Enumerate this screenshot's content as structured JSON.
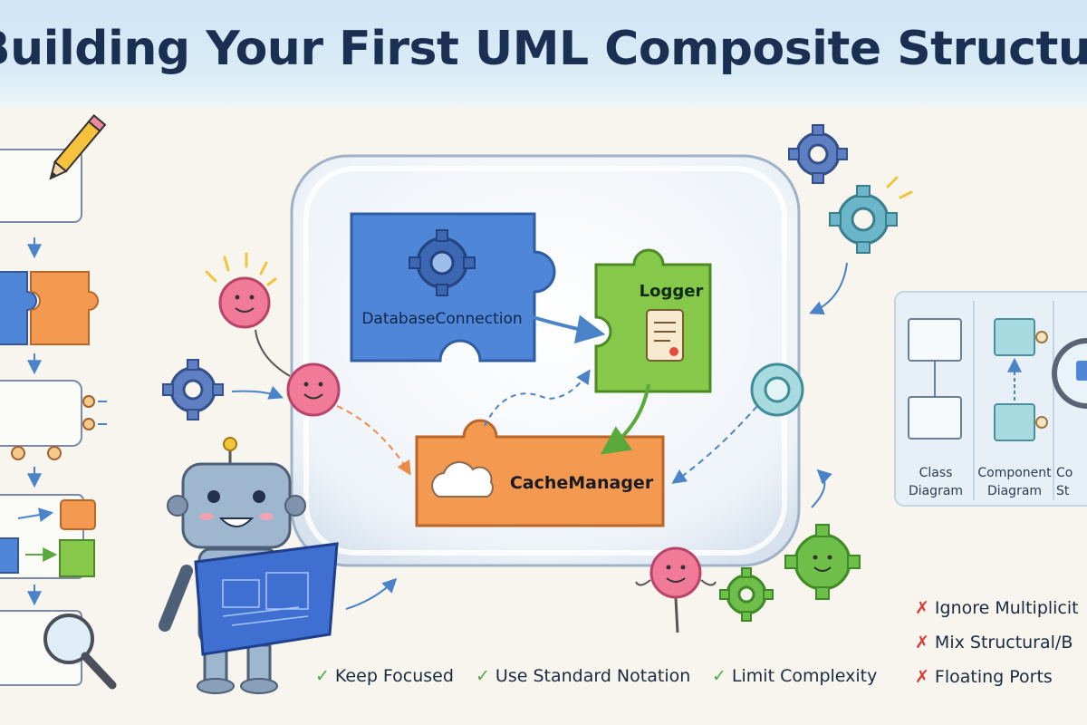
{
  "title": "Building Your First UML Composite Structure Diagram",
  "diagram": {
    "parts": {
      "database": "DatabaseConnection",
      "logger": "Logger",
      "cache": "CacheManager"
    }
  },
  "comparison_panel": {
    "items": [
      {
        "line1": "Class",
        "line2": "Diagram"
      },
      {
        "line1": "Component",
        "line2": "Diagram"
      },
      {
        "line1": "Co",
        "line2": "St"
      }
    ]
  },
  "tips": {
    "good": [
      "Keep Focused",
      "Use Standard Notation",
      "Limit Complexity"
    ],
    "bad": [
      "Ignore Multiplicit",
      "Mix Structural/B",
      "Floating Ports"
    ]
  },
  "marks": {
    "good": "✓",
    "bad": "✗"
  },
  "colors": {
    "database": "#4f86d8",
    "logger": "#86c94a",
    "cache": "#f39a50",
    "port": "#f07a98",
    "gear_blue": "#5e7fc2",
    "gear_teal": "#6bb7c9",
    "gear_green": "#6ebf4a"
  },
  "icons": [
    "pencil-icon",
    "puzzle-icon",
    "magnifier-icon",
    "gear-icon",
    "cloud-icon",
    "scroll-icon",
    "robot-icon",
    "blueprint-icon",
    "check-icon",
    "cross-icon"
  ]
}
